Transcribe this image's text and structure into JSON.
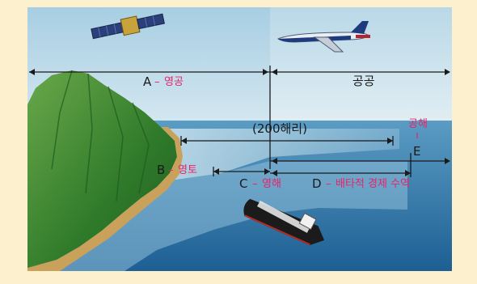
{
  "labels": {
    "a_letter": "A",
    "a_sep": "–",
    "a_name": "영공",
    "air_high": "공공",
    "distance": "(200해리)",
    "high_sea": "공해",
    "e_letter": "E",
    "b_letter": "B",
    "b_sep": "–",
    "b_name": "영토",
    "c_letter": "C",
    "c_sep": "–",
    "c_name": "영해",
    "d_letter": "D",
    "d_sep": "–",
    "d_name": "배타적 경제 수역"
  },
  "colors": {
    "frame": "#fdf0cf",
    "sky": "#a9cfe2",
    "sea": "#2f7bb0",
    "mountain": "#3d8a2e",
    "label_red": "#e5246a",
    "arrow": "#1a1a1a"
  },
  "icons": [
    "satellite-icon",
    "airplane-icon",
    "ship-icon"
  ]
}
